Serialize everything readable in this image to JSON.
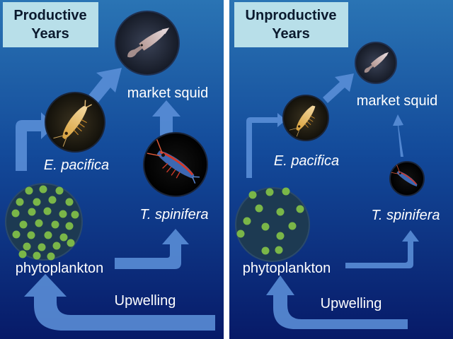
{
  "panels": [
    {
      "title_line1": "Productive",
      "title_line2": "Years",
      "labels": {
        "market_squid": "market squid",
        "e_pacifica": "E. pacifica",
        "t_spinifera": "T. spinifera",
        "phytoplankton": "phytoplankton",
        "upwelling": "Upwelling"
      }
    },
    {
      "title_line1": "Unproductive",
      "title_line2": "Years",
      "labels": {
        "market_squid": "market squid",
        "e_pacifica": "E. pacifica",
        "t_spinifera": "T. spinifera",
        "phytoplankton": "phytoplankton",
        "upwelling": "Upwelling"
      }
    }
  ],
  "colors": {
    "arrow": "#5b8fd8",
    "title_box": "#b8dfe9",
    "phyto_dot": "#7ab648",
    "background_top": "#1f66a8",
    "background_bottom": "#0a1c6a",
    "divider": "#ffffff"
  }
}
